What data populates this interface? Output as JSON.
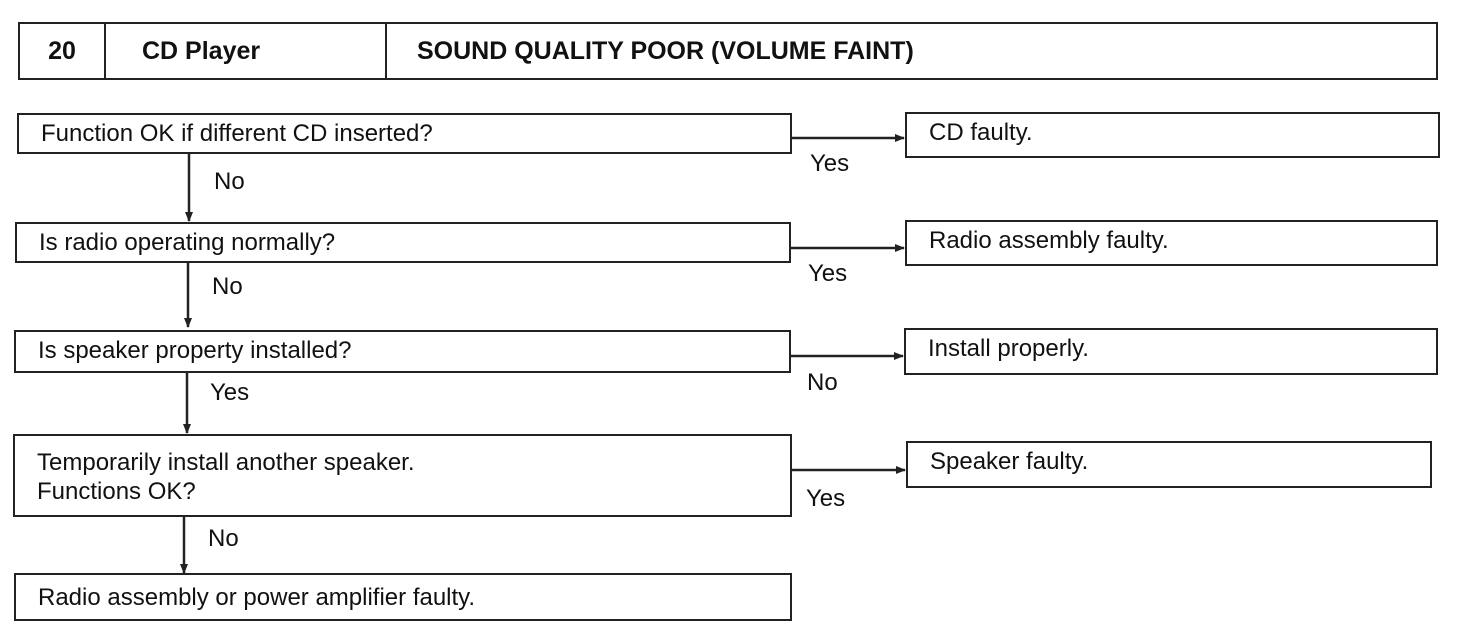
{
  "header": {
    "number": "20",
    "category": "CD Player",
    "title": "SOUND QUALITY POOR (VOLUME FAINT)"
  },
  "steps": [
    {
      "question": [
        "Function OK if different CD inserted?"
      ],
      "branch_label": "Yes",
      "result": "CD faulty.",
      "next_label": "No"
    },
    {
      "question": [
        "Is radio operating normally?"
      ],
      "branch_label": "Yes",
      "result": "Radio assembly faulty.",
      "next_label": "No"
    },
    {
      "question": [
        "Is speaker property installed?"
      ],
      "branch_label": "No",
      "result": "Install properly.",
      "next_label": "Yes"
    },
    {
      "question": [
        "Temporarily install another speaker.",
        "Functions OK?"
      ],
      "branch_label": "Yes",
      "result": "Speaker faulty.",
      "next_label": "No"
    }
  ],
  "final": "Radio assembly or power amplifier faulty."
}
